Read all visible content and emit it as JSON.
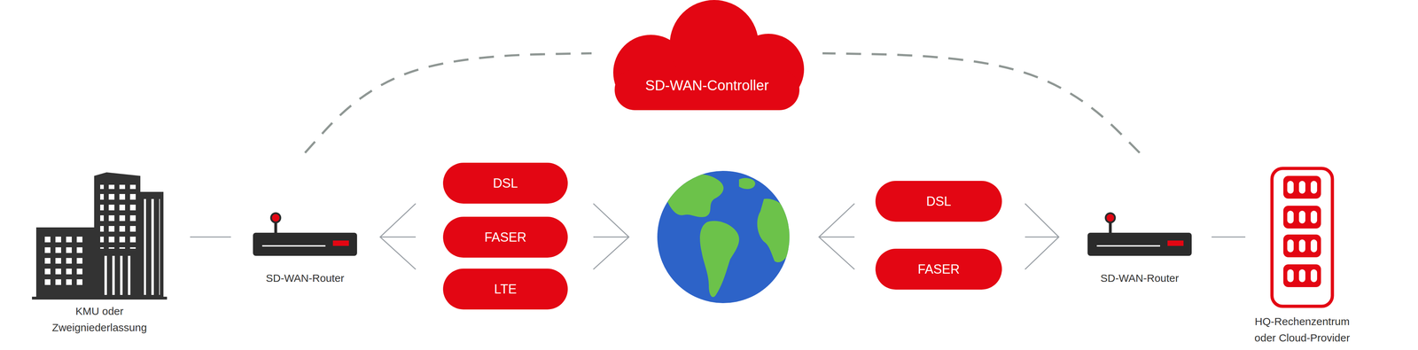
{
  "diagram": {
    "nodes": [
      {
        "text": [
          "SD-WAN-Controller"
        ]
      },
      {
        "text": [
          "KMU oder Zweigniederlassung"
        ]
      },
      {
        "text": [
          "SD-WAN-Router"
        ]
      },
      {
        "text": [
          "DSL"
        ]
      },
      {
        "text": [
          "FASER"
        ]
      },
      {
        "text": [
          "LTE"
        ]
      },
      {
        "text": [
          "DSL"
        ]
      },
      {
        "text": [
          "FASER"
        ]
      },
      {
        "text": [
          "SD-WAN-Router"
        ]
      },
      {
        "text": [
          "HQ-Rechenzentrum oder Cloud-Provider"
        ]
      }
    ],
    "edges": [
      {
        "from": 1,
        "to": 2,
        "arrow": "none"
      },
      {
        "from": 2,
        "to": 0,
        "arrow": "none"
      },
      {
        "from": 8,
        "to": 0,
        "arrow": "none"
      },
      {
        "from": 8,
        "to": 9,
        "arrow": "none"
      }
    ]
  }
}
